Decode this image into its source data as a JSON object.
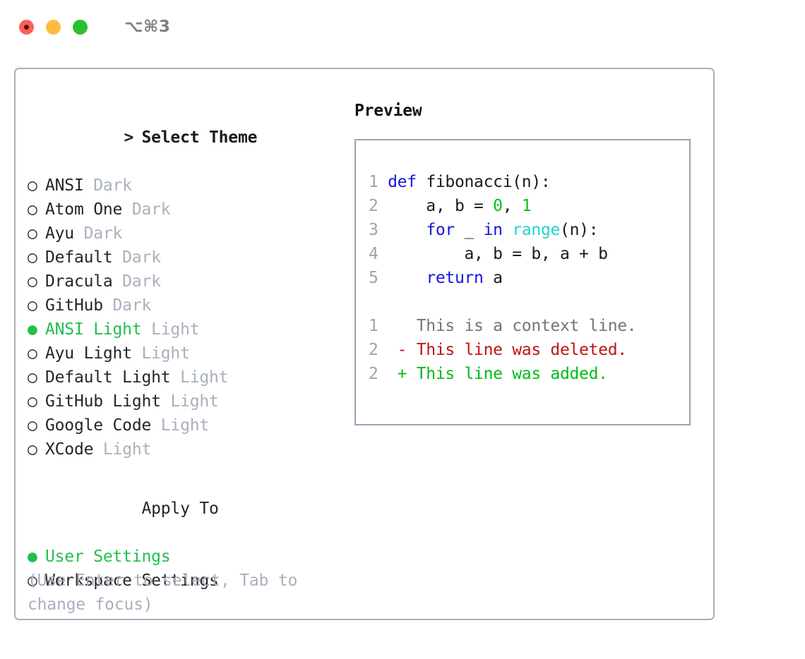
{
  "window": {
    "title": "⌥⌘3",
    "traffic_lights": [
      {
        "name": "close",
        "color": "#fc6058"
      },
      {
        "name": "minimize",
        "color": "#fdbc40"
      },
      {
        "name": "maximize",
        "color": "#2ac030"
      }
    ]
  },
  "theme_list": {
    "header_marker": ">",
    "header_label": "Select Theme",
    "items": [
      {
        "marker": "○",
        "selected": false,
        "name": "ANSI",
        "variant": "Dark"
      },
      {
        "marker": "○",
        "selected": false,
        "name": "Atom One",
        "variant": "Dark"
      },
      {
        "marker": "○",
        "selected": false,
        "name": "Ayu",
        "variant": "Dark"
      },
      {
        "marker": "○",
        "selected": false,
        "name": "Default",
        "variant": "Dark"
      },
      {
        "marker": "○",
        "selected": false,
        "name": "Dracula",
        "variant": "Dark"
      },
      {
        "marker": "○",
        "selected": false,
        "name": "GitHub",
        "variant": "Dark"
      },
      {
        "marker": "●",
        "selected": true,
        "name": "ANSI Light",
        "variant": "Light"
      },
      {
        "marker": "○",
        "selected": false,
        "name": "Ayu Light",
        "variant": "Light"
      },
      {
        "marker": "○",
        "selected": false,
        "name": "Default Light",
        "variant": "Light"
      },
      {
        "marker": "○",
        "selected": false,
        "name": "GitHub Light",
        "variant": "Light"
      },
      {
        "marker": "○",
        "selected": false,
        "name": "Google Code",
        "variant": "Light"
      },
      {
        "marker": "○",
        "selected": false,
        "name": "XCode",
        "variant": "Light"
      }
    ]
  },
  "apply_to": {
    "header_label": "Apply To",
    "items": [
      {
        "marker": "●",
        "selected": true,
        "name": "User Settings"
      },
      {
        "marker": "○",
        "selected": false,
        "name": "Workspace Settings"
      }
    ]
  },
  "hint": {
    "text": "(Use Enter to select, Tab to change focus)"
  },
  "preview": {
    "title": "Preview",
    "code_lines": [
      {
        "lno": "1",
        "tokens": [
          {
            "t": "def",
            "c": "kw"
          },
          {
            "t": " fibonacci(n):",
            "c": "plain"
          }
        ]
      },
      {
        "lno": "2",
        "tokens": [
          {
            "t": "    a, b = ",
            "c": "plain"
          },
          {
            "t": "0",
            "c": "num"
          },
          {
            "t": ", ",
            "c": "plain"
          },
          {
            "t": "1",
            "c": "num"
          }
        ]
      },
      {
        "lno": "3",
        "tokens": [
          {
            "t": "    ",
            "c": "plain"
          },
          {
            "t": "for",
            "c": "kw"
          },
          {
            "t": " _ ",
            "c": "plain"
          },
          {
            "t": "in",
            "c": "kw"
          },
          {
            "t": " ",
            "c": "plain"
          },
          {
            "t": "range",
            "c": "builtin"
          },
          {
            "t": "(n):",
            "c": "plain"
          }
        ]
      },
      {
        "lno": "4",
        "tokens": [
          {
            "t": "        a, b = b, a + b",
            "c": "plain"
          }
        ]
      },
      {
        "lno": "5",
        "tokens": [
          {
            "t": "    ",
            "c": "plain"
          },
          {
            "t": "return",
            "c": "kw"
          },
          {
            "t": " a",
            "c": "plain"
          }
        ]
      }
    ],
    "diff_lines": [
      {
        "lno": "1",
        "sign": " ",
        "text": "This is a context line.",
        "kind": "ctx"
      },
      {
        "lno": "2",
        "sign": "-",
        "text": "This line was deleted.",
        "kind": "del"
      },
      {
        "lno": "2",
        "sign": "+",
        "text": "This line was added.",
        "kind": "add"
      }
    ]
  },
  "colors": {
    "accent_green": "#21bf4b",
    "muted": "#a8b0bd",
    "border": "#a7b0bd",
    "panel_border": "#97a3b2",
    "keyword": "#1414e0",
    "builtin": "#22d3d3",
    "number": "#00c412",
    "diff_add": "#00bb18",
    "diff_del": "#bf1414",
    "diff_ctx": "#757575",
    "line_number": "#9aa5b1"
  }
}
